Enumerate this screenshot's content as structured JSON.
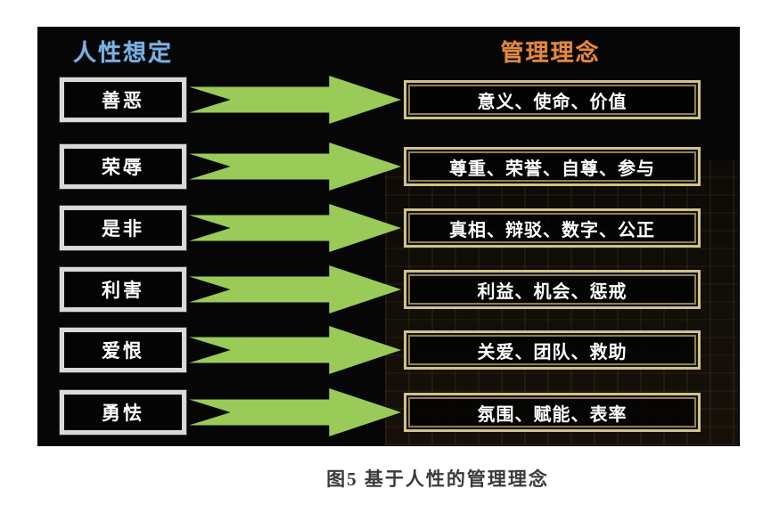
{
  "headers": {
    "left": "人性想定",
    "right": "管理理念"
  },
  "rows": [
    {
      "left": "善恶",
      "right": "意义、使命、价值"
    },
    {
      "left": "荣辱",
      "right": "尊重、荣誉、自尊、参与"
    },
    {
      "left": "是非",
      "right": "真相、辩驳、数字、公正"
    },
    {
      "left": "利害",
      "right": "利益、机会、惩戒"
    },
    {
      "left": "爱恨",
      "right": "关爱、团队、救助"
    },
    {
      "left": "勇怯",
      "right": "氛围、赋能、表率"
    }
  ],
  "caption": "图5 基于人性的管理理念",
  "colors": {
    "panel_background": "#060606",
    "left_header_text": "#7fb1e0",
    "right_header_text": "#e08b45",
    "left_box_border": "#d9d9d9",
    "right_box_border": "#cfc28c",
    "box_text": "#ffffff",
    "arrow_green": "#9aca57",
    "caption_text": "#3b3b3b"
  }
}
